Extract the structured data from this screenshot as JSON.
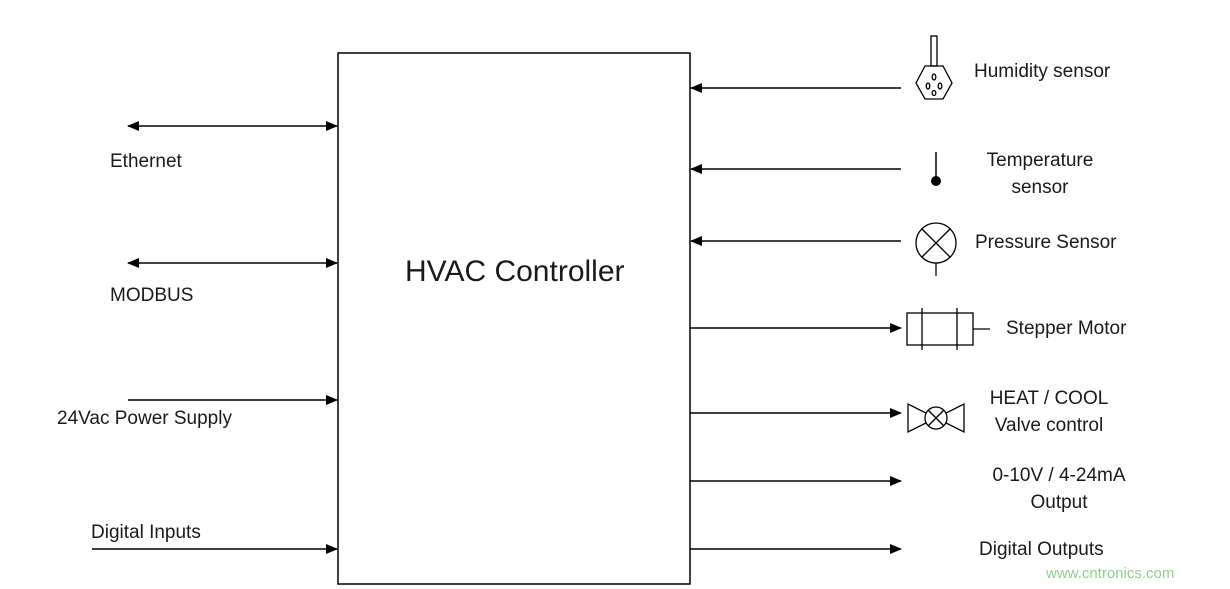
{
  "controller": {
    "title": "HVAC Controller"
  },
  "left": {
    "ethernet": "Ethernet",
    "modbus": "MODBUS",
    "power": "24Vac Power Supply",
    "digital_inputs": "Digital Inputs"
  },
  "right": {
    "humidity": "Humidity sensor",
    "temperature_line1": "Temperature",
    "temperature_line2": "sensor",
    "pressure": "Pressure Sensor",
    "stepper": "Stepper Motor",
    "valve_line1": "HEAT / COOL",
    "valve_line2": "Valve control",
    "analog_line1": "0-10V / 4-24mA",
    "analog_line2": "Output",
    "digital_outputs": "Digital Outputs"
  },
  "watermark": "www.cntronics.com",
  "icons": [
    "humidity-sensor-icon",
    "temperature-sensor-icon",
    "pressure-sensor-icon",
    "stepper-motor-icon",
    "valve-icon"
  ],
  "colors": {
    "line": "#000000",
    "watermark": "#8fd08f"
  }
}
